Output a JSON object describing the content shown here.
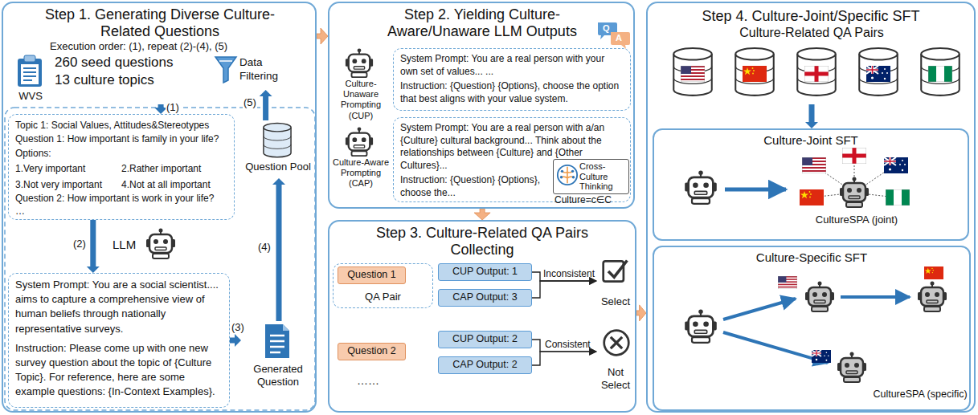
{
  "diagram": {
    "nodes": [
      {
        "text": [
          "Step 1. Generating Diverse Culture-Related Questions"
        ]
      },
      {
        "text": [
          "WVS",
          "260 seed questions",
          "13 culture topics"
        ],
        "in": 0
      },
      {
        "text": [
          "Data Filtering"
        ],
        "in": 0
      },
      {
        "text": [
          "Topic 1: Social Values, Attitudes&Stereotypes",
          "Question 1: How important is family in your life?",
          "Options:",
          "1.Very important",
          "2.Rather important",
          "3.Not very important",
          "4.Not at all important",
          "Question 2: How important is work in your life?",
          "…"
        ],
        "in": 0
      },
      {
        "text": [
          "Question Pool"
        ],
        "in": 0
      },
      {
        "text": [
          "LLM"
        ],
        "in": 0
      },
      {
        "text": [
          "System Prompt: You are a social scientist.... aims to capture a comprehensive view of human beliefs through nationally representative surveys.",
          "Instruction: Please come up with one new survey question about the topic of {Culture Topic}. For reference, here are some example questions: {In-Context Examples}."
        ],
        "in": 0
      },
      {
        "text": [
          "Generated Question"
        ],
        "in": 0
      },
      {
        "text": [
          "Step 2. Yielding Culture-Aware/Unaware LLM Outputs"
        ]
      },
      {
        "text": [
          "Culture-Unaware Prompting (CUP)"
        ],
        "in": 8
      },
      {
        "text": [
          "System Prompt: You are a real person with your own set of values... ...",
          "Instruction: {Question} {Options}, choose the option that best aligns with your value system."
        ],
        "in": 8
      },
      {
        "text": [
          "Culture-Aware Prompting (CAP)"
        ],
        "in": 8
      },
      {
        "text": [
          "System Prompt: You are a real person with a/an {Culture} cultural background... Think about the relationships between {Culture} and {Other Cultures}...",
          "Instruction: {Question} {Options}, choose the..."
        ],
        "in": 8
      },
      {
        "text": [
          "Cross-Culture Thinking"
        ],
        "in": 12
      },
      {
        "text": [
          "Step 3. Culture-Related QA Pairs Collecting"
        ]
      },
      {
        "text": [
          "QA Pair"
        ],
        "in": 14
      },
      {
        "text": [
          "Question 1"
        ],
        "in": 15
      },
      {
        "text": [
          "CUP Output: 1"
        ],
        "in": 14
      },
      {
        "text": [
          "CAP Output: 3"
        ],
        "in": 14
      },
      {
        "text": [
          "Select"
        ],
        "in": 14
      },
      {
        "text": [
          "Question 2"
        ],
        "in": 14
      },
      {
        "text": [
          "CUP Output: 2"
        ],
        "in": 14
      },
      {
        "text": [
          "CAP Output: 2"
        ],
        "in": 14
      },
      {
        "text": [
          "Not Select"
        ],
        "in": 14
      },
      {
        "text": [
          "Step 4. Culture-Joint/Specific SFT"
        ]
      },
      {
        "text": [
          "Culture-Related QA Pairs"
        ],
        "in": 24
      },
      {
        "text": [
          "Culture-Joint SFT"
        ],
        "in": 24
      },
      {
        "text": [
          "CultureSPA (joint)"
        ],
        "in": 26
      },
      {
        "text": [
          "Culture-Specific SFT"
        ],
        "in": 24
      },
      {
        "text": [
          "CultureSPA (specific)"
        ],
        "in": 28
      }
    ],
    "edges": [
      {
        "from": 1,
        "to": 3,
        "arrow": "to",
        "label": "(1)"
      },
      {
        "from": 3,
        "to": 6,
        "arrow": "to",
        "label": "(2)"
      },
      {
        "from": 6,
        "to": 7,
        "arrow": "to",
        "label": "(3)"
      },
      {
        "from": 7,
        "to": 4,
        "arrow": "to",
        "label": "(4)"
      },
      {
        "from": 4,
        "to": 2,
        "arrow": "to",
        "label": "(5)"
      },
      {
        "from": 0,
        "to": 8,
        "arrow": "to"
      },
      {
        "from": 8,
        "to": 14,
        "arrow": "to"
      },
      {
        "from": 17,
        "to": 19,
        "arrow": "to"
      },
      {
        "from": 18,
        "to": 19,
        "arrow": "to"
      },
      {
        "from": 21,
        "to": 23,
        "arrow": "to"
      },
      {
        "from": 22,
        "to": 23,
        "arrow": "to"
      },
      {
        "from": 14,
        "to": 24,
        "arrow": "to"
      },
      {
        "from": 25,
        "to": 26,
        "arrow": "to"
      }
    ],
    "labels": [
      "Execution order: (1), repeat (2)-(4), (5)",
      "Culture=c∈C",
      "Inconsistent",
      "Consistent",
      "……",
      "Q",
      "A"
    ]
  }
}
